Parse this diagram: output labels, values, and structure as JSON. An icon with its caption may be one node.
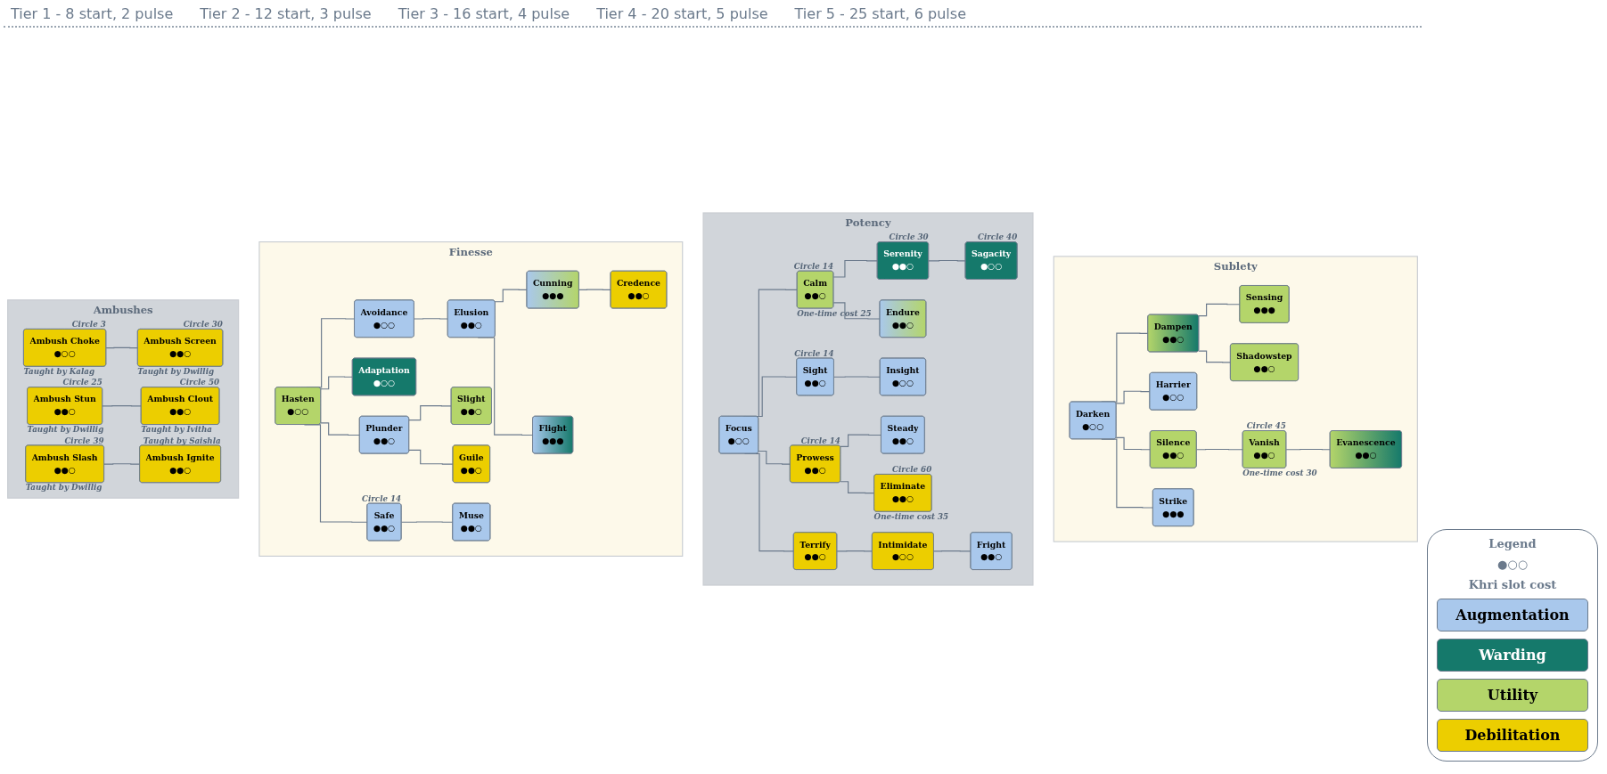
{
  "diagram": {
    "nodes": [
      {
        "text": [
          "Sublety"
        ]
      },
      {
        "text": [
          "Darken",
          "●○○"
        ],
        "in": 0
      },
      {
        "text": [
          "Dampen",
          "●●○"
        ],
        "in": 0
      },
      {
        "text": [
          "Harrier",
          "●○○"
        ],
        "in": 0
      },
      {
        "text": [
          "Silence",
          "●●○"
        ],
        "in": 0
      },
      {
        "text": [
          "Strike",
          "●●●"
        ],
        "in": 0
      },
      {
        "text": [
          "Sensing",
          "●●●"
        ],
        "in": 0
      },
      {
        "text": [
          "Shadowstep",
          "●●○"
        ],
        "in": 0
      },
      {
        "text": [
          "Vanish",
          "●●○"
        ],
        "in": 0,
        "beside": [
          "Circle 45",
          "One-time cost 30"
        ]
      },
      {
        "text": [
          "Evanescence",
          "●●○"
        ],
        "in": 0
      },
      {
        "text": [
          "Potency"
        ]
      },
      {
        "text": [
          "Focus",
          "●○○"
        ],
        "in": 10
      },
      {
        "text": [
          "Calm",
          "●●○"
        ],
        "in": 10,
        "beside": [
          "Circle 14",
          "One-time cost 25"
        ]
      },
      {
        "text": [
          "Sight",
          "●●○"
        ],
        "in": 10,
        "beside": [
          "Circle 14"
        ]
      },
      {
        "text": [
          "Terrify",
          "●●○"
        ],
        "in": 10
      },
      {
        "text": [
          "Insight",
          "●○○"
        ],
        "in": 10
      },
      {
        "text": [
          "Serenity",
          "●●○"
        ],
        "in": 10,
        "beside": [
          "Circle 30"
        ]
      },
      {
        "text": [
          "Endure",
          "●●○"
        ],
        "in": 10
      },
      {
        "text": [
          "Prowess",
          "●●○"
        ],
        "in": 10,
        "beside": [
          "Circle 14"
        ]
      },
      {
        "text": [
          "Intimidate",
          "●○○"
        ],
        "in": 10
      },
      {
        "text": [
          "Steady",
          "●●○"
        ],
        "in": 10
      },
      {
        "text": [
          "Fright",
          "●●○"
        ],
        "in": 10
      },
      {
        "text": [
          "Sagacity",
          "●○○"
        ],
        "in": 10,
        "beside": [
          "Circle 40"
        ]
      },
      {
        "text": [
          "Eliminate",
          "●●○"
        ],
        "in": 10,
        "beside": [
          "Circle 60",
          "One-time cost 35"
        ]
      },
      {
        "text": [
          "Finesse"
        ]
      },
      {
        "text": [
          "Hasten",
          "●○○"
        ],
        "in": 24
      },
      {
        "text": [
          "Avoidance",
          "●○○"
        ],
        "in": 24
      },
      {
        "text": [
          "Adaptation",
          "●○○"
        ],
        "in": 24
      },
      {
        "text": [
          "Plunder",
          "●●○"
        ],
        "in": 24
      },
      {
        "text": [
          "Safe",
          "●●○"
        ],
        "in": 24,
        "beside": [
          "Circle 14"
        ]
      },
      {
        "text": [
          "Elusion",
          "●●○"
        ],
        "in": 24
      },
      {
        "text": [
          "Cunning",
          "●●●"
        ],
        "in": 24
      },
      {
        "text": [
          "Flight",
          "●●●"
        ],
        "in": 24
      },
      {
        "text": [
          "Muse",
          "●●○"
        ],
        "in": 24
      },
      {
        "text": [
          "Credence",
          "●●○"
        ],
        "in": 24
      },
      {
        "text": [
          "Slight",
          "●●○"
        ],
        "in": 24
      },
      {
        "text": [
          "Guile",
          "●●○"
        ],
        "in": 24
      },
      {
        "text": [
          "Ambushes"
        ]
      },
      {
        "text": [
          "Ambush Choke",
          "●○○"
        ],
        "in": 37,
        "beside": [
          "Circle 3",
          "Taught by Kalag"
        ]
      },
      {
        "text": [
          "Ambush Screen",
          "●●○"
        ],
        "in": 37,
        "beside": [
          "Circle 30",
          "Taught by Dwillig"
        ]
      },
      {
        "text": [
          "Ambush Stun",
          "●●○"
        ],
        "in": 37,
        "beside": [
          "Circle 25",
          "Taught by Dwillig"
        ]
      },
      {
        "text": [
          "Ambush Clout",
          "●●○"
        ],
        "in": 37,
        "beside": [
          "Circle 50",
          "Taught by Ivitha"
        ]
      },
      {
        "text": [
          "Ambush Slash",
          "●●○"
        ],
        "in": 37,
        "beside": [
          "Circle 39",
          "Taught by Dwillig"
        ]
      },
      {
        "text": [
          "Ambush Ignite",
          "●●○"
        ],
        "in": 37,
        "beside": [
          "Taught by Saishla"
        ]
      }
    ],
    "edges": [
      {
        "from": 1,
        "to": 2,
        "arrow": "none"
      },
      {
        "from": 1,
        "to": 3,
        "arrow": "none"
      },
      {
        "from": 1,
        "to": 4,
        "arrow": "none"
      },
      {
        "from": 1,
        "to": 5,
        "arrow": "none"
      },
      {
        "from": 2,
        "to": 6,
        "arrow": "none"
      },
      {
        "from": 2,
        "to": 7,
        "arrow": "none"
      },
      {
        "from": 4,
        "to": 8,
        "arrow": "none"
      },
      {
        "from": 8,
        "to": 9,
        "arrow": "none"
      },
      {
        "from": 11,
        "to": 12,
        "arrow": "none"
      },
      {
        "from": 11,
        "to": 13,
        "arrow": "none"
      },
      {
        "from": 11,
        "to": 18,
        "arrow": "none"
      },
      {
        "from": 11,
        "to": 14,
        "arrow": "none"
      },
      {
        "from": 12,
        "to": 16,
        "arrow": "none"
      },
      {
        "from": 12,
        "to": 17,
        "arrow": "none"
      },
      {
        "from": 13,
        "to": 15,
        "arrow": "none"
      },
      {
        "from": 16,
        "to": 22,
        "arrow": "none"
      },
      {
        "from": 18,
        "to": 20,
        "arrow": "none"
      },
      {
        "from": 18,
        "to": 23,
        "arrow": "none"
      },
      {
        "from": 14,
        "to": 19,
        "arrow": "none"
      },
      {
        "from": 19,
        "to": 21,
        "arrow": "none"
      },
      {
        "from": 25,
        "to": 26,
        "arrow": "none"
      },
      {
        "from": 25,
        "to": 27,
        "arrow": "none"
      },
      {
        "from": 25,
        "to": 28,
        "arrow": "none"
      },
      {
        "from": 25,
        "to": 29,
        "arrow": "none"
      },
      {
        "from": 26,
        "to": 30,
        "arrow": "none"
      },
      {
        "from": 30,
        "to": 31,
        "arrow": "none"
      },
      {
        "from": 30,
        "to": 32,
        "arrow": "none"
      },
      {
        "from": 31,
        "to": 34,
        "arrow": "none"
      },
      {
        "from": 28,
        "to": 35,
        "arrow": "none"
      },
      {
        "from": 28,
        "to": 36,
        "arrow": "none"
      },
      {
        "from": 29,
        "to": 33,
        "arrow": "none"
      },
      {
        "from": 38,
        "to": 39,
        "arrow": "none"
      },
      {
        "from": 40,
        "to": 41,
        "arrow": "none"
      },
      {
        "from": 42,
        "to": 43,
        "arrow": "none"
      }
    ],
    "labels": [
      "Tier 1 - 8 start, 2 pulse",
      "Tier 2 - 12 start, 3 pulse",
      "Tier 3 - 16 start, 4 pulse",
      "Tier 4 - 20 start, 5 pulse",
      "Tier 5 - 25 start, 6 pulse",
      "Legend",
      "●○○",
      "Khri slot cost"
    ],
    "legend": [
      {
        "text": "Augmentation",
        "color": "#a9c8ec"
      },
      {
        "text": "Warding",
        "color": "#15796b"
      },
      {
        "text": "Utility",
        "color": "#b4d56a"
      },
      {
        "text": "Debilitation",
        "color": "#ecce00"
      }
    ]
  }
}
